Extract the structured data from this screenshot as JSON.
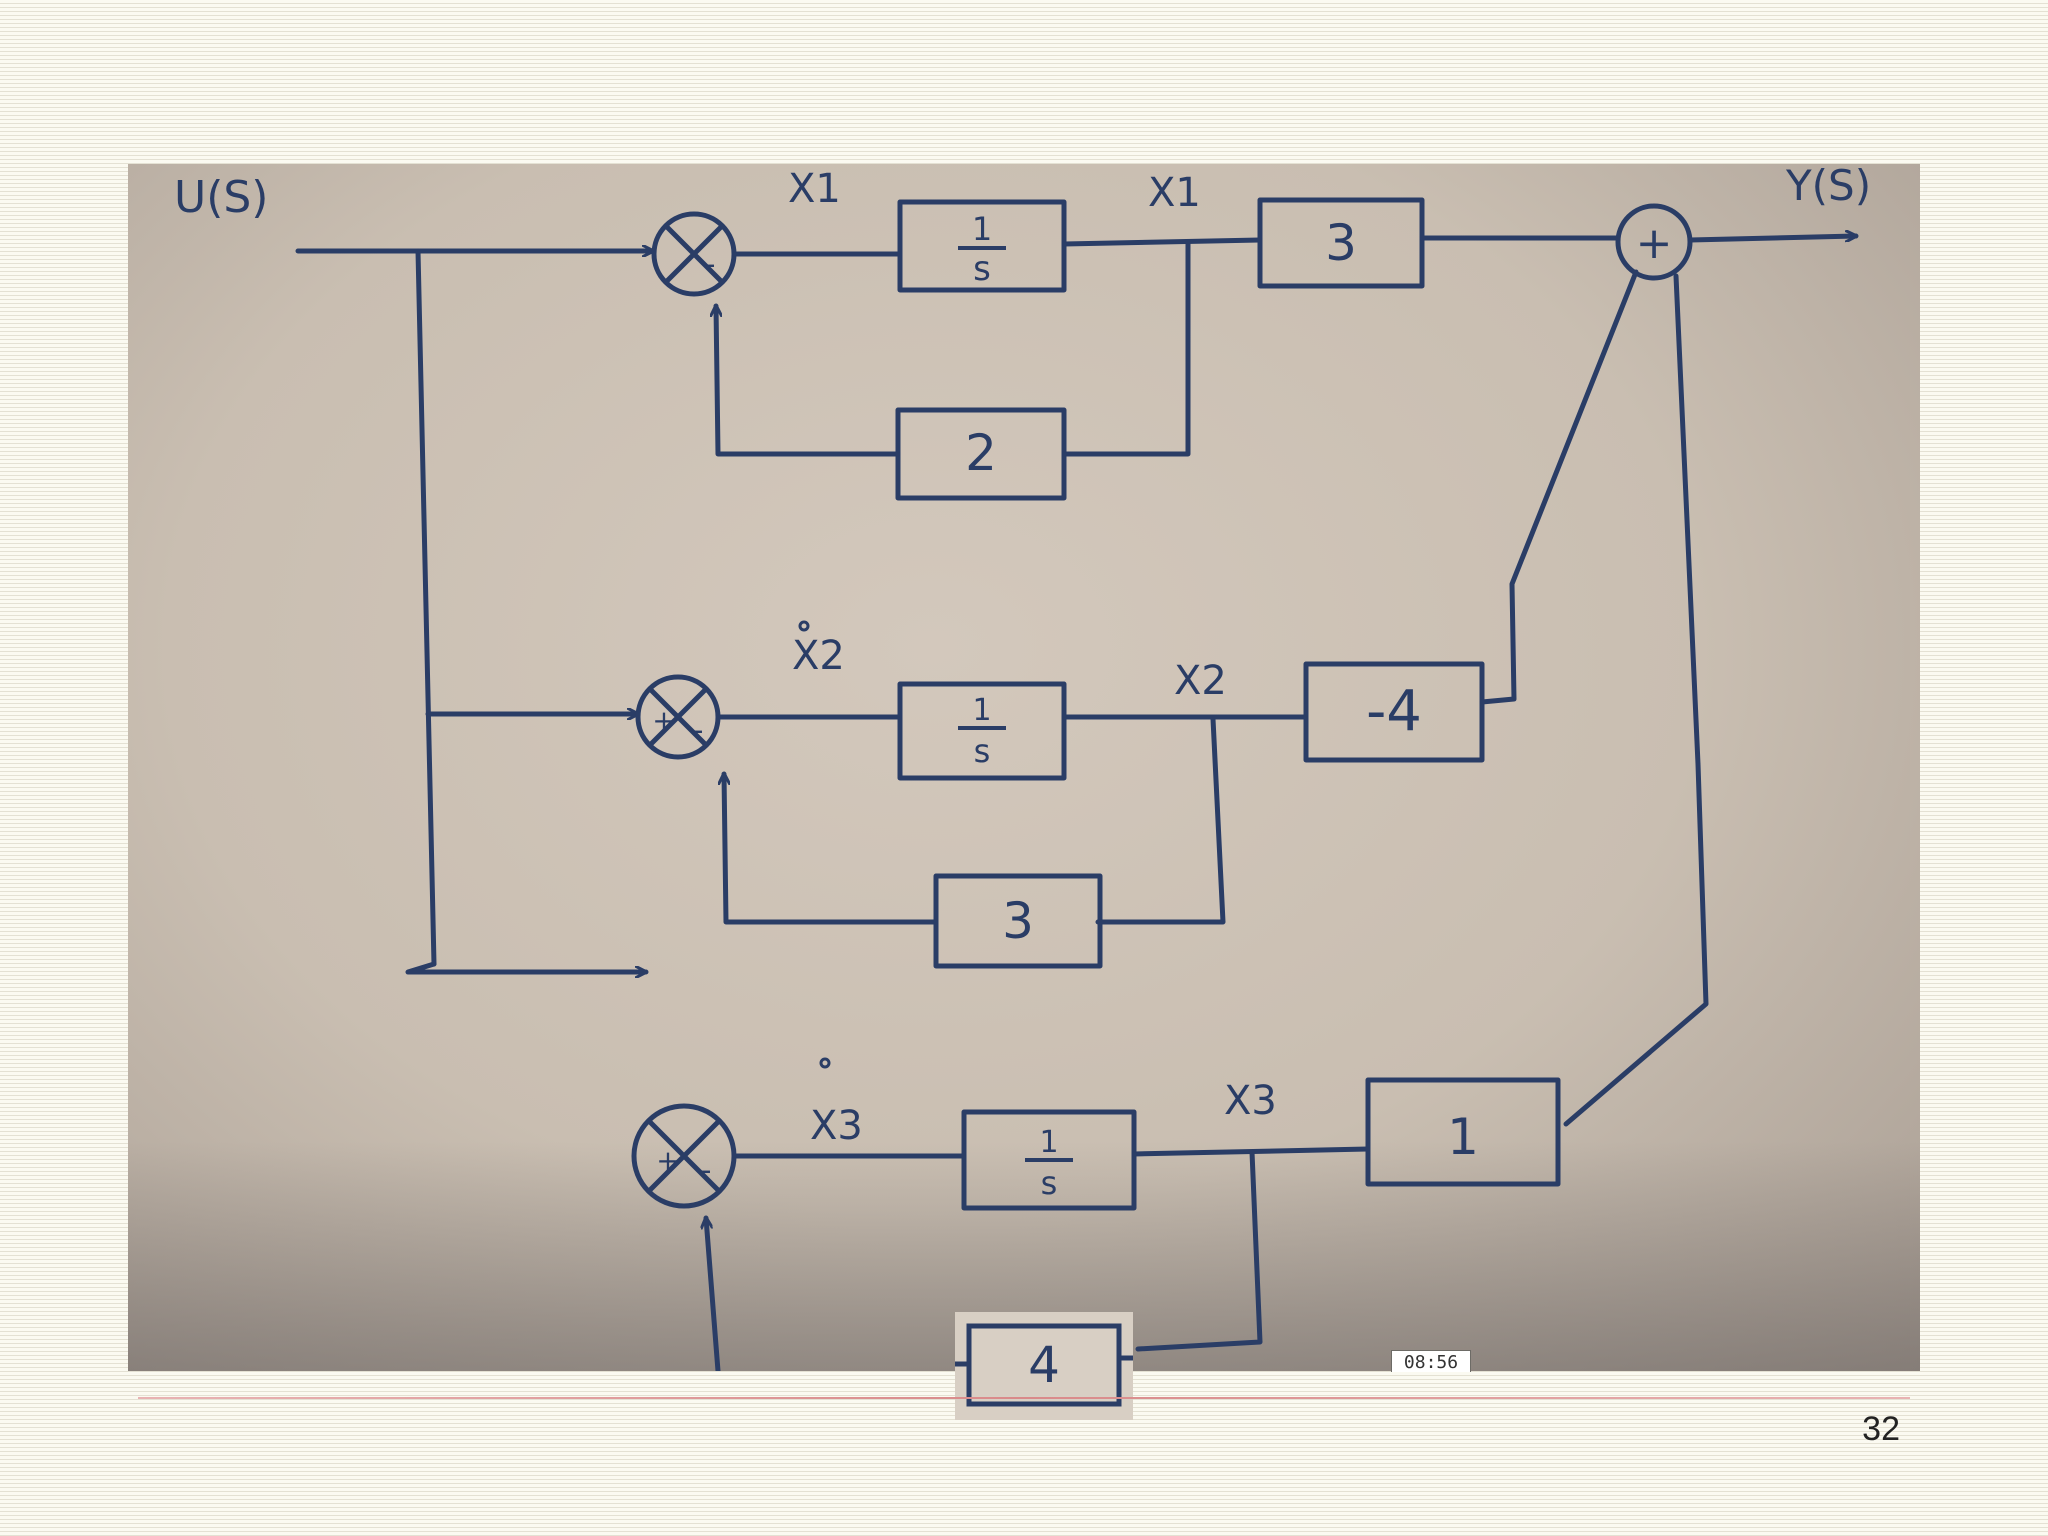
{
  "diagram": {
    "input_label": "U(S)",
    "output_label": "Y(S)",
    "state_labels": {
      "x1_dot": "X1",
      "x1": "X1",
      "x2_dot": "X2",
      "x2": "X2",
      "x3_dot": "X3",
      "x3": "X3"
    },
    "integrator_label": "1/s",
    "integrator_num": "1",
    "integrator_den": "s",
    "feedback_gains": [
      "2",
      "3",
      "4"
    ],
    "output_gains": [
      "3",
      "-4",
      "1"
    ],
    "sum_sign_plus": "+",
    "sum_sign_minus": "-"
  },
  "video_timestamp": "08:56",
  "page_number": "32",
  "colors": {
    "ink": "#2a3d66",
    "paper": "#c9beb1",
    "slide_background": "#fbfaf1",
    "footer_rule": "#d98a8a"
  }
}
